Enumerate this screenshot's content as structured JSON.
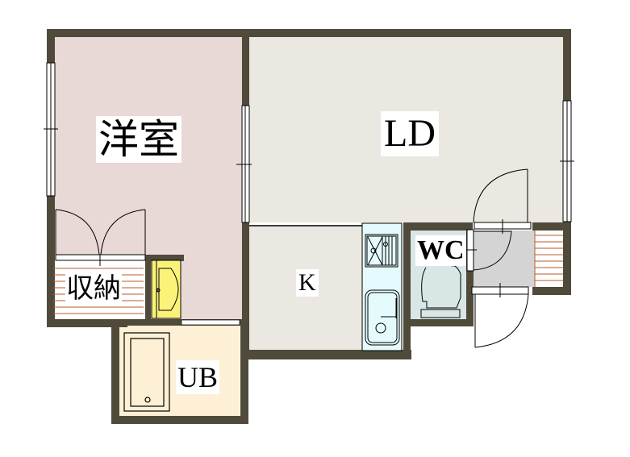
{
  "floor_plan": {
    "rooms": {
      "western_room": {
        "label": "洋室",
        "fill": "#e8d8d6"
      },
      "living_dining": {
        "label": "LD",
        "fill": "#ebe7e1"
      },
      "kitchen": {
        "label": "K",
        "fill": "#ebe7e1"
      },
      "toilet": {
        "label": "WC",
        "fill": "#d9e6e6"
      },
      "storage": {
        "label": "収納",
        "fill": "#ffffff"
      },
      "unit_bath": {
        "label": "UB",
        "fill": "#fdf0d4"
      },
      "entrance": {
        "fill": "#d4d4d4"
      }
    },
    "colors": {
      "wall": "#4f4a3a",
      "counter": "#e4fafc",
      "washbasin": "#fbf27a",
      "stripe": "#b85a2a"
    }
  }
}
